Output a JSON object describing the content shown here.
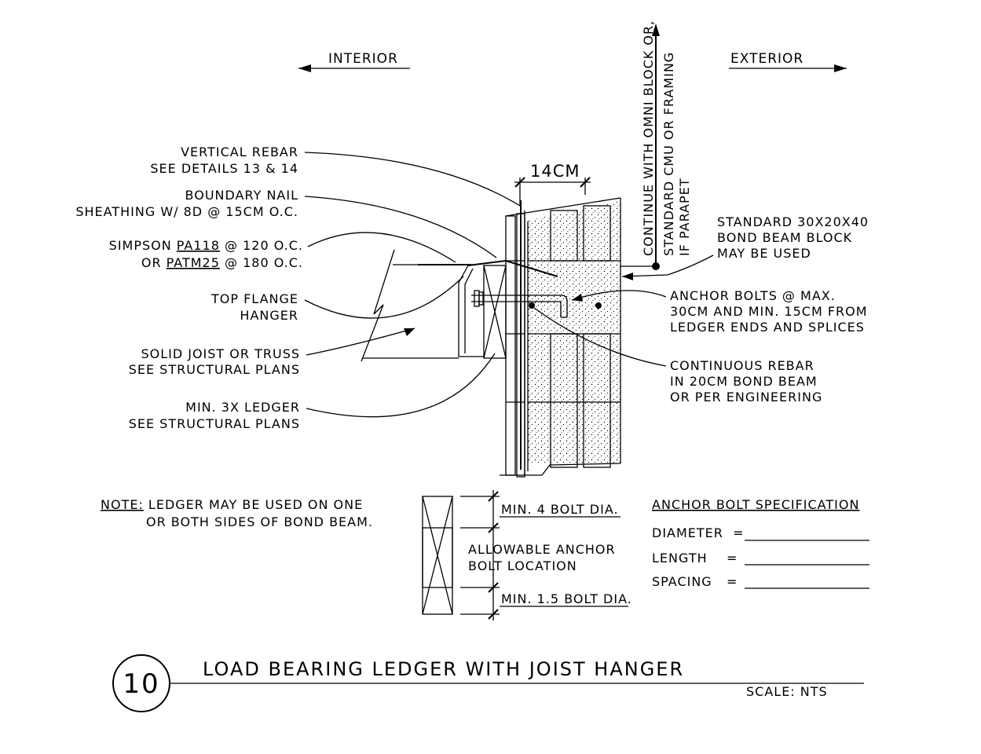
{
  "header": {
    "interior": "INTERIOR",
    "exterior": "EXTERIOR",
    "continue_line1": "CONTINUE WITH OMNI BLOCK OR,",
    "continue_line2": "STANDARD CMU OR FRAMING",
    "continue_line3": "IF PARAPET"
  },
  "dimension": {
    "width": "14CM"
  },
  "left_labels": {
    "vertical_rebar_1": "VERTICAL REBAR",
    "vertical_rebar_2": "SEE DETAILS 13 & 14",
    "boundary_nail_1": "BOUNDARY NAIL",
    "boundary_nail_2": "SHEATHING W/ 8D @ 15CM O.C.",
    "simpson_1_pre": "SIMPSON ",
    "simpson_1_model": "PA118",
    "simpson_1_post": " @ 120 O.C.",
    "simpson_2_pre": "OR ",
    "simpson_2_model": "PATM25",
    "simpson_2_post": " @ 180 O.C.",
    "top_flange_1": "TOP FLANGE",
    "top_flange_2": "HANGER",
    "solid_joist_1": "SOLID JOIST OR TRUSS",
    "solid_joist_2": "SEE STRUCTURAL PLANS",
    "ledger_1": "MIN. 3X LEDGER",
    "ledger_2": "SEE STRUCTURAL PLANS"
  },
  "right_labels": {
    "bond_beam_1": "STANDARD 30X20X40",
    "bond_beam_2": "BOND BEAM BLOCK",
    "bond_beam_3": "MAY BE USED",
    "anchor_1": "ANCHOR BOLTS @ MAX.",
    "anchor_2": "30CM AND MIN. 15CM FROM",
    "anchor_3": "LEDGER ENDS AND SPLICES",
    "rebar_1": "CONTINUOUS REBAR",
    "rebar_2": "IN 20CM BOND BEAM",
    "rebar_3": "OR PER ENGINEERING"
  },
  "note": {
    "label": "NOTE:",
    "line1": " LEDGER MAY BE USED ON ONE",
    "line2": "OR BOTH SIDES OF BOND BEAM."
  },
  "bolt_location": {
    "min_top": "MIN. 4 BOLT DIA.",
    "allowable_1": "ALLOWABLE ANCHOR",
    "allowable_2": "BOLT LOCATION",
    "min_bottom": "MIN. 1.5 BOLT DIA."
  },
  "spec": {
    "title": "ANCHOR BOLT SPECIFICATION",
    "diameter": "DIAMETER  =",
    "length": "LENGTH    =",
    "spacing": "SPACING   ="
  },
  "title_block": {
    "number": "10",
    "title": "LOAD BEARING LEDGER WITH JOIST HANGER",
    "scale": "SCALE: NTS"
  }
}
